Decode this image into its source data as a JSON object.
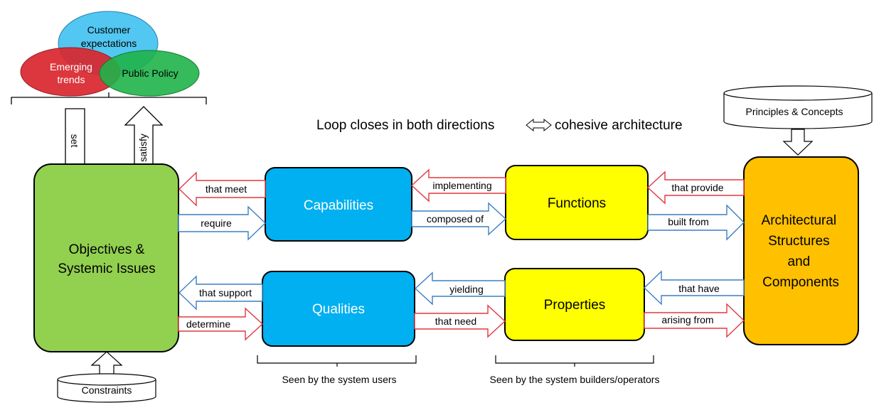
{
  "title": "Loop closes in both directions",
  "title_suffix": "cohesive architecture",
  "venn": {
    "customer": [
      "Customer",
      "expectations"
    ],
    "emerging": [
      "Emerging",
      "trends"
    ],
    "policy": "Public Policy",
    "colors": {
      "customer": "#3fc1f0",
      "emerging": "#d9262e",
      "policy": "#1fb24a"
    }
  },
  "vertical_arrows": {
    "set": "set",
    "satisfy": "satisfy"
  },
  "boxes": {
    "objectives": [
      "Objectives &",
      "Systemic Issues"
    ],
    "capabilities": "Capabilities",
    "qualities": "Qualities",
    "functions": "Functions",
    "properties": "Properties",
    "architecture": [
      "Architectural",
      "Structures",
      "and",
      "Components"
    ]
  },
  "box_colors": {
    "objectives": "#92d050",
    "capabilities": "#00b0f0",
    "qualities": "#00b0f0",
    "functions": "#ffff00",
    "properties": "#ffff00",
    "architecture": "#ffc000"
  },
  "arrows": {
    "that_meet": "that meet",
    "require": "require",
    "implementing": "implementing",
    "composed_of": "composed of",
    "that_provide": "that provide",
    "built_from": "built from",
    "that_support": "that support",
    "determine": "determine",
    "yielding": "yielding",
    "that_need": "that need",
    "that_have": "that have",
    "arising_from": "arising from"
  },
  "cylinders": {
    "principles": "Principles & Concepts",
    "constraints": "Constraints"
  },
  "brackets": {
    "users": "Seen by the system users",
    "builders": "Seen by the system builders/operators"
  }
}
